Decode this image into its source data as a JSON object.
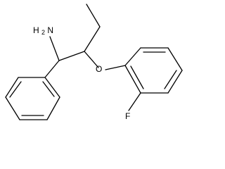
{
  "molecule": {
    "labels": {
      "amine": "H2N",
      "amine_h": "H",
      "amine_sub": "2",
      "amine_n": "N",
      "ether_oxygen": "O",
      "fluorine": "F"
    }
  }
}
